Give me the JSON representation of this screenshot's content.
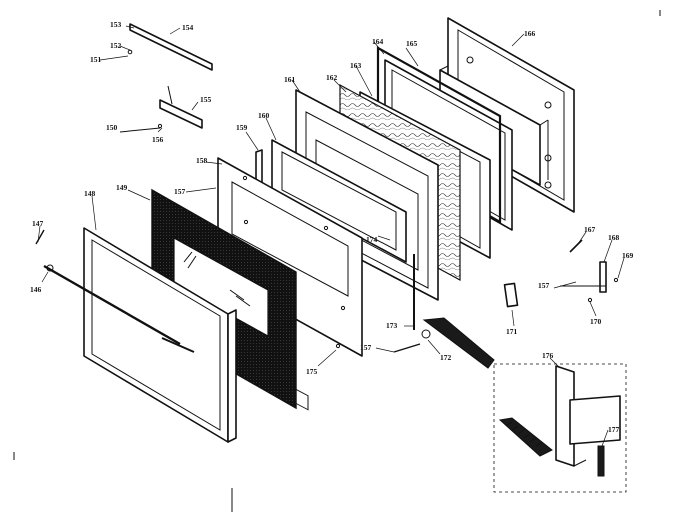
{
  "part_labels": {
    "p146": "146",
    "p147": "147",
    "p148": "148",
    "p149": "149",
    "p150": "150",
    "p151": "151",
    "p152": "152",
    "p153": "153",
    "p154": "154",
    "p155": "155",
    "p156": "156",
    "p157a": "157",
    "p157b": "157",
    "p157c": "157",
    "p158": "158",
    "p159": "159",
    "p160": "160",
    "p161": "161",
    "p162": "162",
    "p163": "163",
    "p164": "164",
    "p165": "165",
    "p166": "166",
    "p167": "167",
    "p168": "168",
    "p169": "169",
    "p170": "170",
    "p171": "171",
    "p172": "172",
    "p173": "173",
    "p174": "174",
    "p175": "175",
    "p176": "176",
    "p177": "177"
  }
}
